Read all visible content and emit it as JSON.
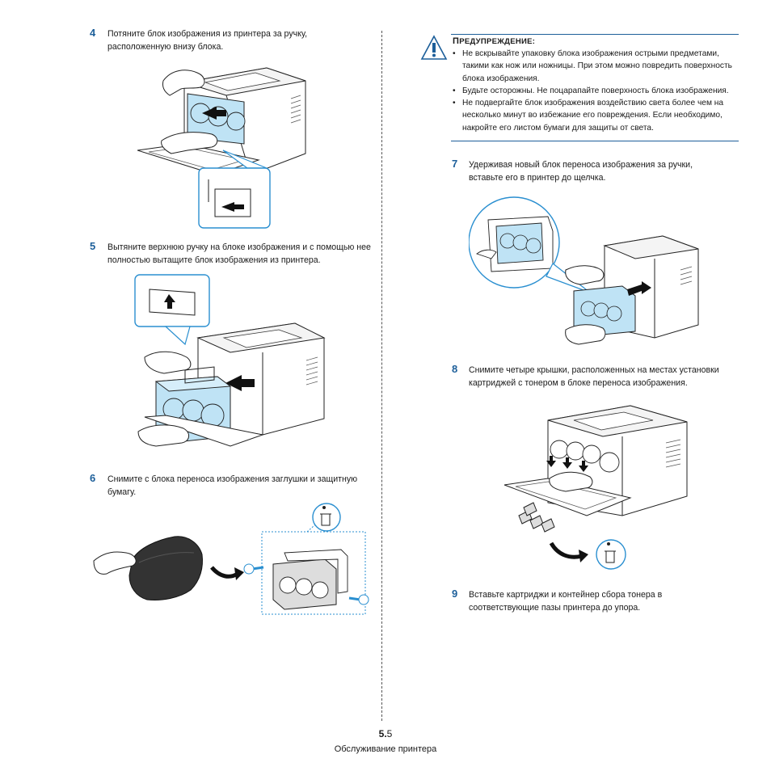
{
  "steps": [
    {
      "num": "4",
      "text": "Потяните блок изображения из принтера за ручку, расположенную внизу блока."
    },
    {
      "num": "5",
      "text": "Вытяните верхнюю ручку на блоке изображения и с помощью нее полностью вытащите блок изображения из принтера."
    },
    {
      "num": "6",
      "text": "Снимите с блока переноса изображения заглушки и защитную бумагу."
    },
    {
      "num": "7",
      "text": "Удерживая новый блок переноса изображения за ручки, вставьте его в принтер до щелчка."
    },
    {
      "num": "8",
      "text": "Снимите четыре крышки, расположенных на местах установки картриджей с тонером в блоке переноса изображения."
    },
    {
      "num": "9",
      "text": "Вставьте картриджи и контейнер сбора тонера в соответствующие пазы принтера до упора."
    }
  ],
  "warning": {
    "title_first": "П",
    "title_rest": "РЕДУПРЕЖДЕНИЕ:",
    "items": [
      "Не вскрывайте упаковку блока изображения острыми предметами, такими как нож или ножницы. При этом можно повредить поверхность блока изображения.",
      "Будьте осторожны. Не поцарапайте поверхность блока изображения.",
      "Не подвергайте блок изображения воздействию света более чем на несколько минут во избежание его повреждения. Если необходимо, накройте его листом бумаги для защиты от света."
    ]
  },
  "footer": {
    "chapter": "5.",
    "page": "5",
    "title": "Обслуживание принтера"
  },
  "colors": {
    "accent": "#1d5f9a",
    "illustration_blue": "#bfe3f5",
    "callout_blue": "#2a8fd0"
  }
}
